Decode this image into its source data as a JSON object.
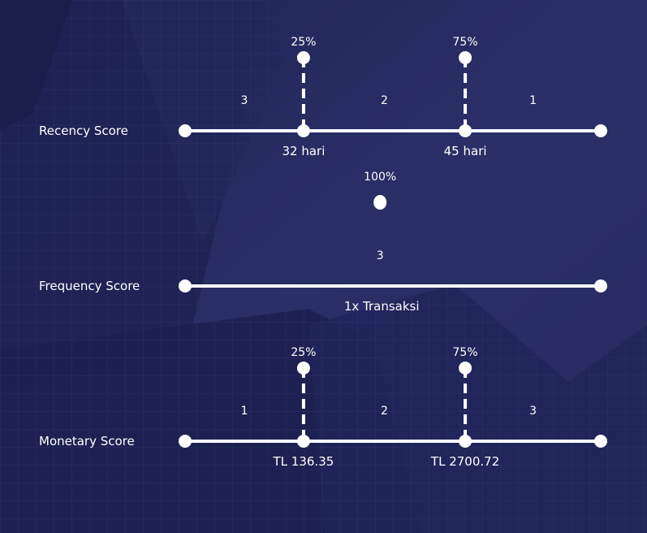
{
  "colors": {
    "background": "#2a2f66",
    "line": "#ffffff",
    "text": "#ffffff"
  },
  "rows": [
    {
      "title": "Recency Score",
      "markers": [
        {
          "percentile": "25%",
          "threshold": "32 hari",
          "pos": 0.285
        },
        {
          "percentile": "75%",
          "threshold": "45 hari",
          "pos": 0.674
        }
      ],
      "scores": [
        "3",
        "2",
        "1"
      ]
    },
    {
      "title": "Frequency Score",
      "markers": [
        {
          "percentile": "100%",
          "threshold": "1x Transaksi",
          "pos": 0.473
        }
      ],
      "scores": [
        "3"
      ]
    },
    {
      "title": "Monetary Score",
      "markers": [
        {
          "percentile": "25%",
          "threshold": "TL 136.35",
          "pos": 0.285
        },
        {
          "percentile": "75%",
          "threshold": "TL 2700.72",
          "pos": 0.674
        }
      ],
      "scores": [
        "1",
        "2",
        "3"
      ]
    }
  ]
}
